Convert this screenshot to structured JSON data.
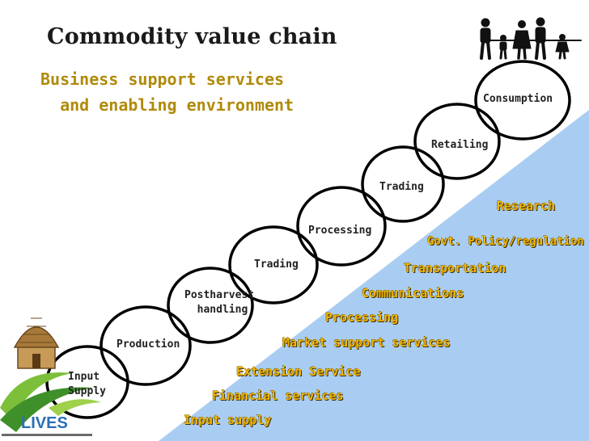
{
  "title": "Commodity value chain",
  "subtitle": "Business support services\n  and enabling environment",
  "stages": [
    {
      "id": "input-supply",
      "label": "Input\nSupply"
    },
    {
      "id": "production",
      "label": "Production"
    },
    {
      "id": "postharvest",
      "label": "Postharvest\n  handling"
    },
    {
      "id": "trading-1",
      "label": "Trading"
    },
    {
      "id": "processing",
      "label": "Processing"
    },
    {
      "id": "trading-2",
      "label": "Trading"
    },
    {
      "id": "retailing",
      "label": "Retailing"
    },
    {
      "id": "consumption",
      "label": "Consumption"
    }
  ],
  "services": [
    {
      "id": "research",
      "label": "Research"
    },
    {
      "id": "govt-policy",
      "label": "Govt. Policy/regulation"
    },
    {
      "id": "transportation",
      "label": "Transportation"
    },
    {
      "id": "communications",
      "label": "Communications"
    },
    {
      "id": "processing",
      "label": "Processing"
    },
    {
      "id": "market-support",
      "label": "Market support services"
    },
    {
      "id": "extension",
      "label": "Extension Service"
    },
    {
      "id": "financial",
      "label": "Financial services"
    },
    {
      "id": "input-supply",
      "label": "Input supply"
    }
  ],
  "logo": {
    "text": "LIVES"
  },
  "colors": {
    "triangle": "#a9cdf2",
    "services_text": "#f2b705",
    "subtitle": "#b08a0a",
    "chain": "#000000"
  }
}
